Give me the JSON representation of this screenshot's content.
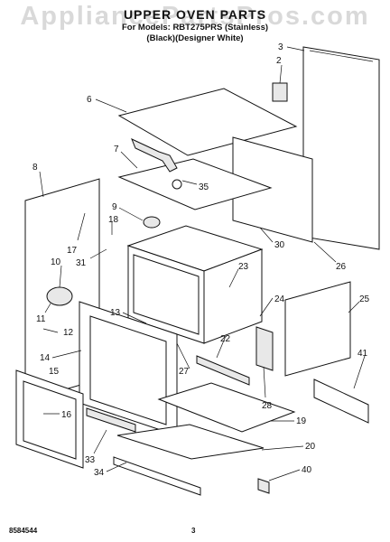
{
  "watermark": "AppliancePartsPros.com",
  "header": {
    "title": "UPPER OVEN PARTS",
    "subtitle_line1": "For Models: RBT275PRS (Stainless)",
    "subtitle_line2": "(Black)(Designer White)"
  },
  "footer": {
    "left": "8584544",
    "page": "3"
  },
  "callouts": {
    "c1": "2",
    "c2": "3",
    "c3": "6",
    "c4": "7",
    "c5": "35",
    "c6": "8",
    "c7": "9",
    "c8": "18",
    "c9": "17",
    "c10": "31",
    "c11": "10",
    "c12": "11",
    "c13": "12",
    "c14": "13",
    "c15": "30",
    "c16": "26",
    "c17": "23",
    "c18": "24",
    "c19": "25",
    "c20": "22",
    "c21": "27",
    "c22": "28",
    "c23": "41",
    "c24": "14",
    "c25": "15",
    "c26": "16",
    "c27": "19",
    "c28": "33",
    "c29": "20",
    "c30": "34",
    "c31": "40"
  }
}
